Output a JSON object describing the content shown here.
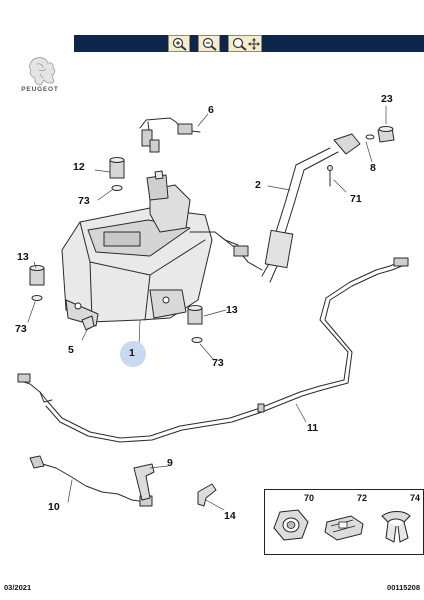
{
  "toolbar": {
    "buttons": [
      {
        "icon": "zoom-in-icon"
      },
      {
        "icon": "zoom-out-icon"
      },
      {
        "icon": "zoom-move-icon"
      }
    ],
    "bar_color": "#0c2749",
    "button_color": "#f3ecce"
  },
  "brand": {
    "name": "PEUGEOT"
  },
  "callouts": {
    "c1": "1",
    "c2": "2",
    "c5": "5",
    "c6": "6",
    "c8": "8",
    "c9": "9",
    "c10": "10",
    "c11": "11",
    "c12": "12",
    "c13a": "13",
    "c13b": "13",
    "c14": "14",
    "c23": "23",
    "c71": "71",
    "c73a": "73",
    "c73b": "73",
    "c73c": "73"
  },
  "legend": {
    "items": [
      {
        "number": "70",
        "icon": "nut-icon"
      },
      {
        "number": "72",
        "icon": "clip-icon"
      },
      {
        "number": "74",
        "icon": "clamp-icon"
      }
    ]
  },
  "footer": {
    "date": "03/2021",
    "reference": "00115208"
  },
  "colors": {
    "highlight_circle": "#c9d9f2",
    "line_art": "#2a2a2a"
  }
}
